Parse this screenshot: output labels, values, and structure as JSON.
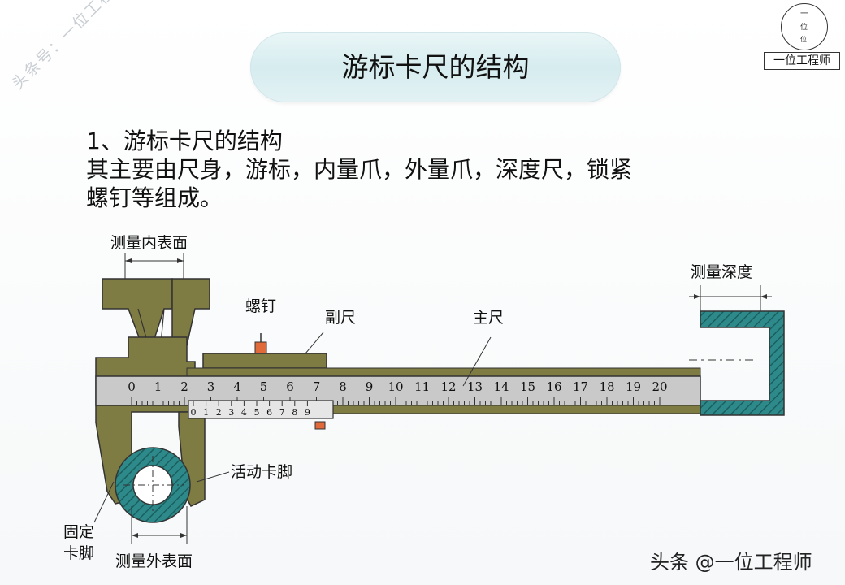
{
  "watermark": "头条号：一位工程师",
  "logo": {
    "top_char": "一",
    "mid_char": "位",
    "bottom_char": "位",
    "label": "一位工程师"
  },
  "title": "游标卡尺的结构",
  "body": {
    "heading": "1、游标卡尺的结构",
    "text": "其主要由尺身，游标，内量爪，外量爪，深度尺，锁紧\n螺钉等组成。"
  },
  "diagram": {
    "labels": {
      "inner_surface": "测量内表面",
      "screw": "螺钉",
      "vernier": "副尺",
      "main_scale": "主尺",
      "depth": "测量深度",
      "movable_jaw": "活动卡脚",
      "fixed_jaw_line1": "固定",
      "fixed_jaw_line2": "卡脚",
      "outer_surface": "测量外表面"
    },
    "main_scale_ticks": [
      "0",
      "1",
      "2",
      "3",
      "4",
      "5",
      "6",
      "7",
      "8",
      "9",
      "10",
      "11",
      "12",
      "13",
      "14",
      "15",
      "16",
      "17",
      "18",
      "19",
      "20"
    ],
    "vernier_ticks": [
      "0",
      "1",
      "2",
      "3",
      "4",
      "5",
      "6",
      "7",
      "8",
      "9"
    ],
    "colors": {
      "body": "#7e7b43",
      "body_dark": "#5c5a2e",
      "scale": "#c9c9c9",
      "ring": "#2e8a8a",
      "screw": "#e06a3a"
    }
  },
  "footer": "头条 @一位工程师"
}
